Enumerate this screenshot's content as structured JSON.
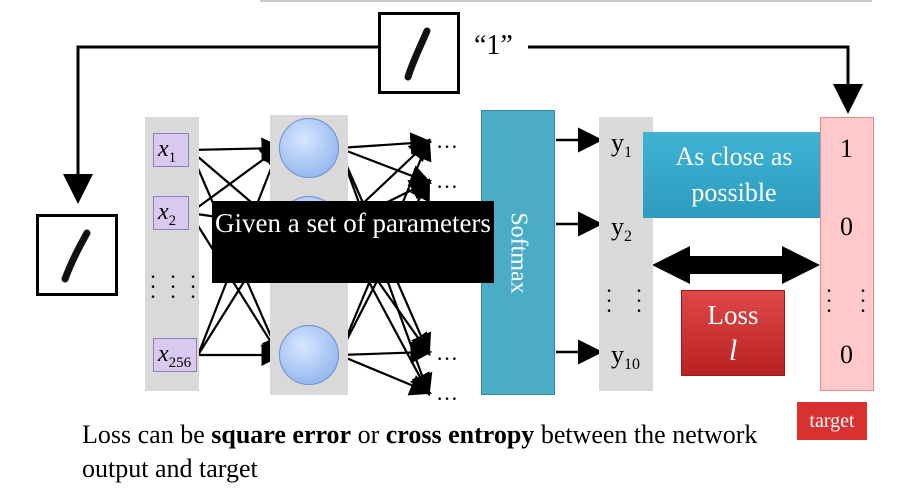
{
  "diagram": {
    "label_one": "“1”",
    "inputs": [
      "x",
      "x",
      "x"
    ],
    "input_subs": [
      "1",
      "2",
      "256"
    ],
    "ellipsis": "…",
    "softmax": "Softmax",
    "outputs": [
      "y",
      "y",
      "y"
    ],
    "output_subs": [
      "1",
      "2",
      "10"
    ],
    "callout_close": "As close as possible",
    "callout_params": "Given a set of parameters",
    "loss_title": "Loss",
    "loss_symbol": "l",
    "target_values": [
      "1",
      "0",
      "0"
    ],
    "target_label": "target",
    "caption": {
      "part1": "Loss can be ",
      "bold1": "square error",
      "part2": " or ",
      "bold2": "cross entropy",
      "part3": " between the network output and target"
    }
  }
}
